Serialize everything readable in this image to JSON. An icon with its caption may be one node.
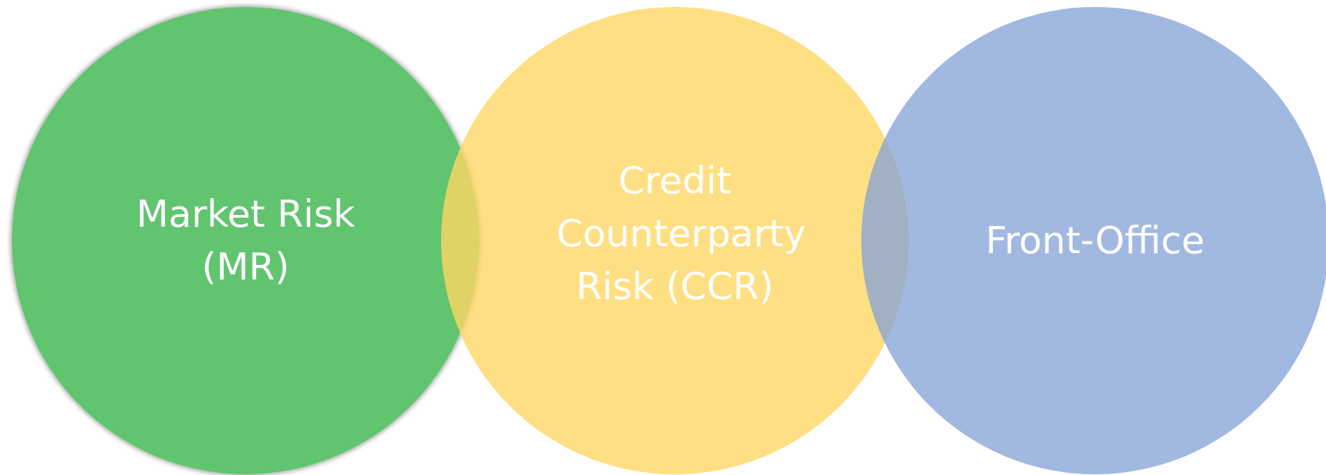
{
  "diagram": {
    "nodes": [
      {
        "text": [
          "Market Risk (MR)"
        ]
      },
      {
        "text": [
          "Credit Counterparty Risk (CCR)"
        ]
      },
      {
        "text": [
          "Front-Office"
        ]
      }
    ]
  }
}
